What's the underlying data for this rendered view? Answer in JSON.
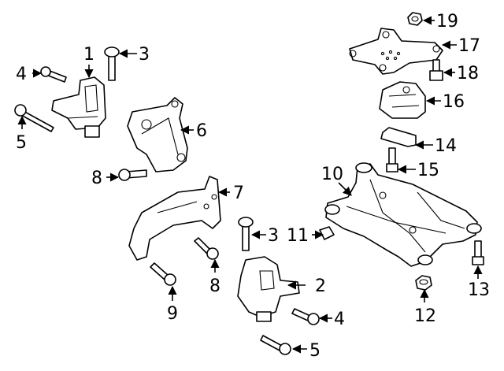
{
  "callouts": {
    "c1": "1",
    "c2": "2",
    "c3a": "3",
    "c3b": "3",
    "c4a": "4",
    "c4b": "4",
    "c5a": "5",
    "c5b": "5",
    "c6": "6",
    "c7": "7",
    "c8a": "8",
    "c8b": "8",
    "c9": "9",
    "c10": "10",
    "c11": "11",
    "c12": "12",
    "c13": "13",
    "c14": "14",
    "c15": "15",
    "c16": "16",
    "c17": "17",
    "c18": "18",
    "c19": "19"
  }
}
